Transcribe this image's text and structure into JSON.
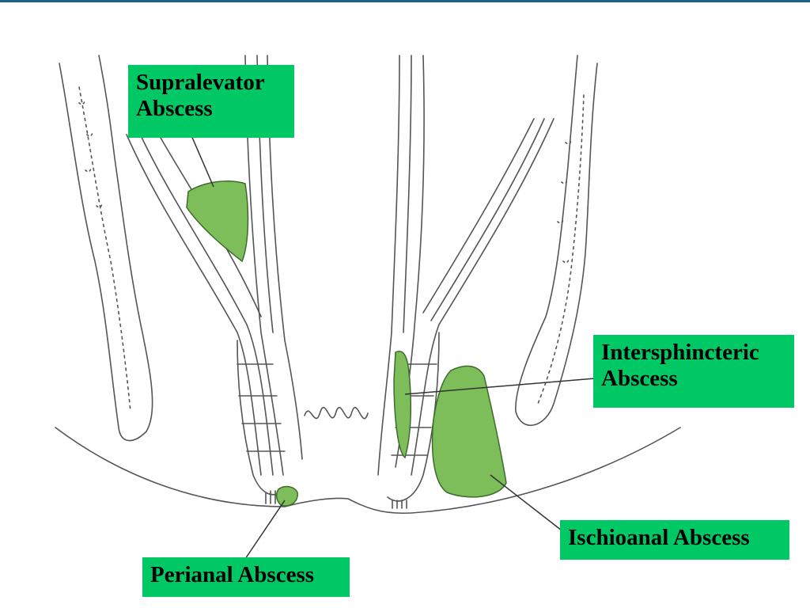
{
  "colors": {
    "label_bg": "#00c864",
    "abscess_fill": "#7dbd5a",
    "line": "#333333",
    "top_rule": "#1f5f8b"
  },
  "labels": {
    "supralevator": {
      "line1": "Supralevator",
      "line2": "Abscess"
    },
    "intersphincteric": {
      "line1": "Intersphincteric",
      "line2": "Abscess"
    },
    "ischioanal": {
      "text": "Ischioanal Abscess"
    },
    "perianal": {
      "text": "Perianal Abscess"
    }
  }
}
